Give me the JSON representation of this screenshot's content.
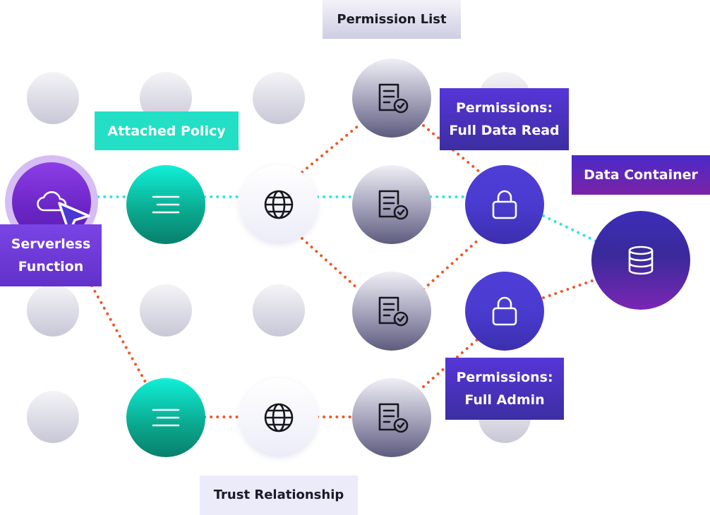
{
  "labels": {
    "permission_list": "Permission List",
    "attached_policy": "Attached Policy",
    "perm_read_line1": "Permissions:",
    "perm_read_line2": "Full Data Read",
    "data_container": "Data Container",
    "serverless_line1": "Serverless",
    "serverless_line2": "Function",
    "perm_admin_line1": "Permissions:",
    "perm_admin_line2": "Full Admin",
    "trust_relationship": "Trust Relationship"
  },
  "icons": {
    "source": "cloud-icon",
    "cursor": "cursor-arrow-icon",
    "policy": "lines-icon",
    "network": "globe-icon",
    "permission": "document-check-icon",
    "lock": "lock-icon",
    "storage": "database-icon"
  },
  "colors": {
    "link_active": "#2ee6e6",
    "link_inactive": "#f0582a",
    "teal": "#10d9bd",
    "violet": "#6a2cd0",
    "indigo": "#4a3bd0"
  }
}
